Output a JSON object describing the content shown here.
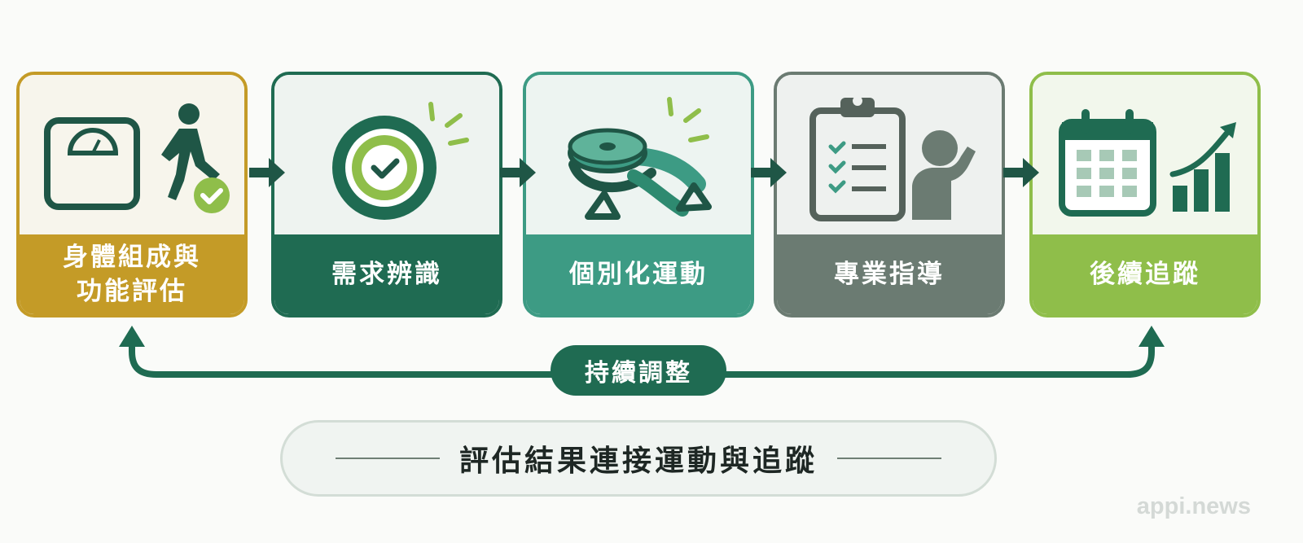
{
  "colors": {
    "gold": "#c49b27",
    "dark_green": "#1f6b52",
    "teal": "#3d9b84",
    "gray": "#6b7b72",
    "lime": "#8fbe4a",
    "connector": "#1f6b52"
  },
  "steps": [
    {
      "label": "身體組成與功能評估",
      "line1": "身體組成與",
      "line2": "功能評估",
      "icons": [
        "scale-icon",
        "walking-person-icon",
        "check-badge-icon"
      ]
    },
    {
      "label": "需求辨識",
      "icons": [
        "target-check-icon"
      ]
    },
    {
      "label": "個別化運動",
      "icons": [
        "resistance-band-icon"
      ]
    },
    {
      "label": "專業指導",
      "icons": [
        "clipboard-checklist-icon",
        "coach-person-icon"
      ]
    },
    {
      "label": "後續追蹤",
      "icons": [
        "calendar-icon",
        "growth-chart-icon"
      ]
    }
  ],
  "loop": {
    "label": "持續調整"
  },
  "summary": {
    "text": "評估結果連接運動與追蹤"
  },
  "watermark": "appi.news"
}
